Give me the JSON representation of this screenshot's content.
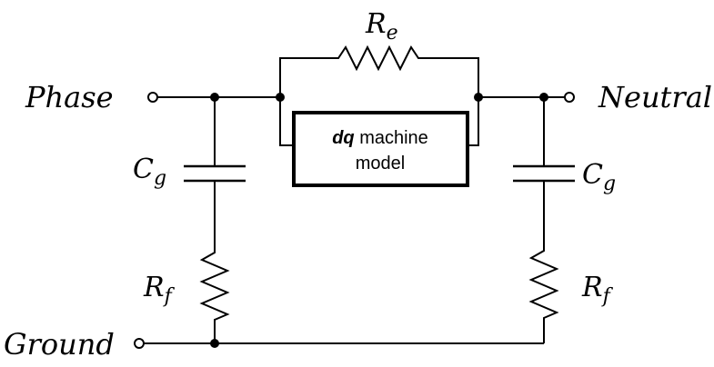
{
  "labels": {
    "phase": "Phase",
    "neutral": "Neutral",
    "ground": "Ground",
    "re_main": "R",
    "re_sub": "e",
    "cg_main": "C",
    "cg_sub": "g",
    "rf_main": "R",
    "rf_sub": "f"
  },
  "machine_box": {
    "line1_italic": "dq",
    "line1_rest": " machine",
    "line2": "model"
  }
}
